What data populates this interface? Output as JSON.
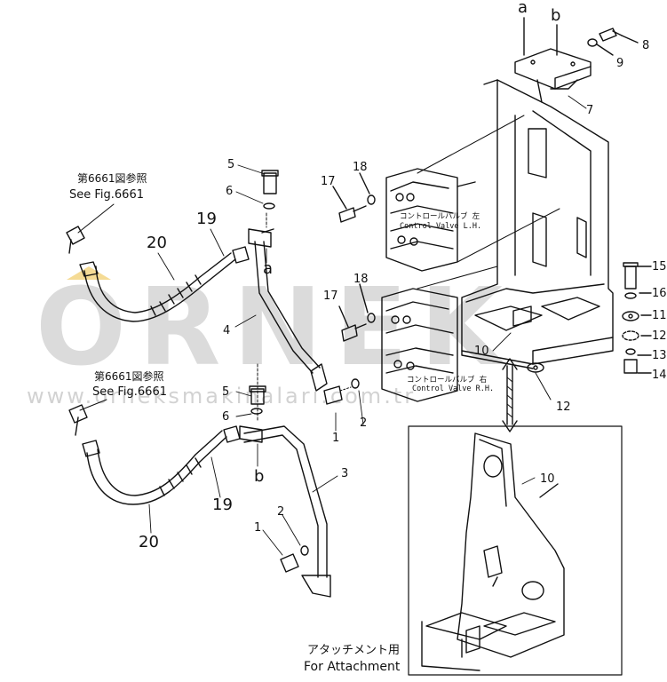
{
  "watermark": {
    "logo": "ORNEK",
    "url": "www.orneksmakinalari.com.tr"
  },
  "callouts": {
    "a_top": "a",
    "b_top": "b",
    "a_mid": "a",
    "b_low": "b",
    "n1": "1",
    "n1b": "1",
    "n2": "2",
    "n2b": "2",
    "n3": "3",
    "n4": "4",
    "n5": "5",
    "n5b": "5",
    "n6": "6",
    "n6b": "6",
    "n7": "7",
    "n8": "8",
    "n9": "9",
    "n10": "10",
    "n10b": "10",
    "n11": "11",
    "n12": "12",
    "n12b": "12",
    "n13": "13",
    "n14": "14",
    "n15": "15",
    "n16": "16",
    "n17": "17",
    "n17b": "17",
    "n18": "18",
    "n18b": "18",
    "n19": "19",
    "n19b": "19",
    "n20": "20",
    "n20b": "20"
  },
  "references": {
    "fig_jp_1": "第6661図参照",
    "fig_en_1": "See Fig.6661",
    "fig_jp_2": "第6661図参照",
    "fig_en_2": "See Fig.6661",
    "cv_lh_jp": "コントロールバルブ 左",
    "cv_lh_en": "Control Valve L.H.",
    "cv_rh_jp": "コントロールバルブ 右",
    "cv_rh_en": "Control Valve R.H.",
    "attach_jp": "アタッチメント用",
    "attach_en": "For Attachment"
  },
  "colors": {
    "line": "#111111",
    "watermark": "#cfcfcf",
    "watermark_accent": "#f2d27a"
  }
}
